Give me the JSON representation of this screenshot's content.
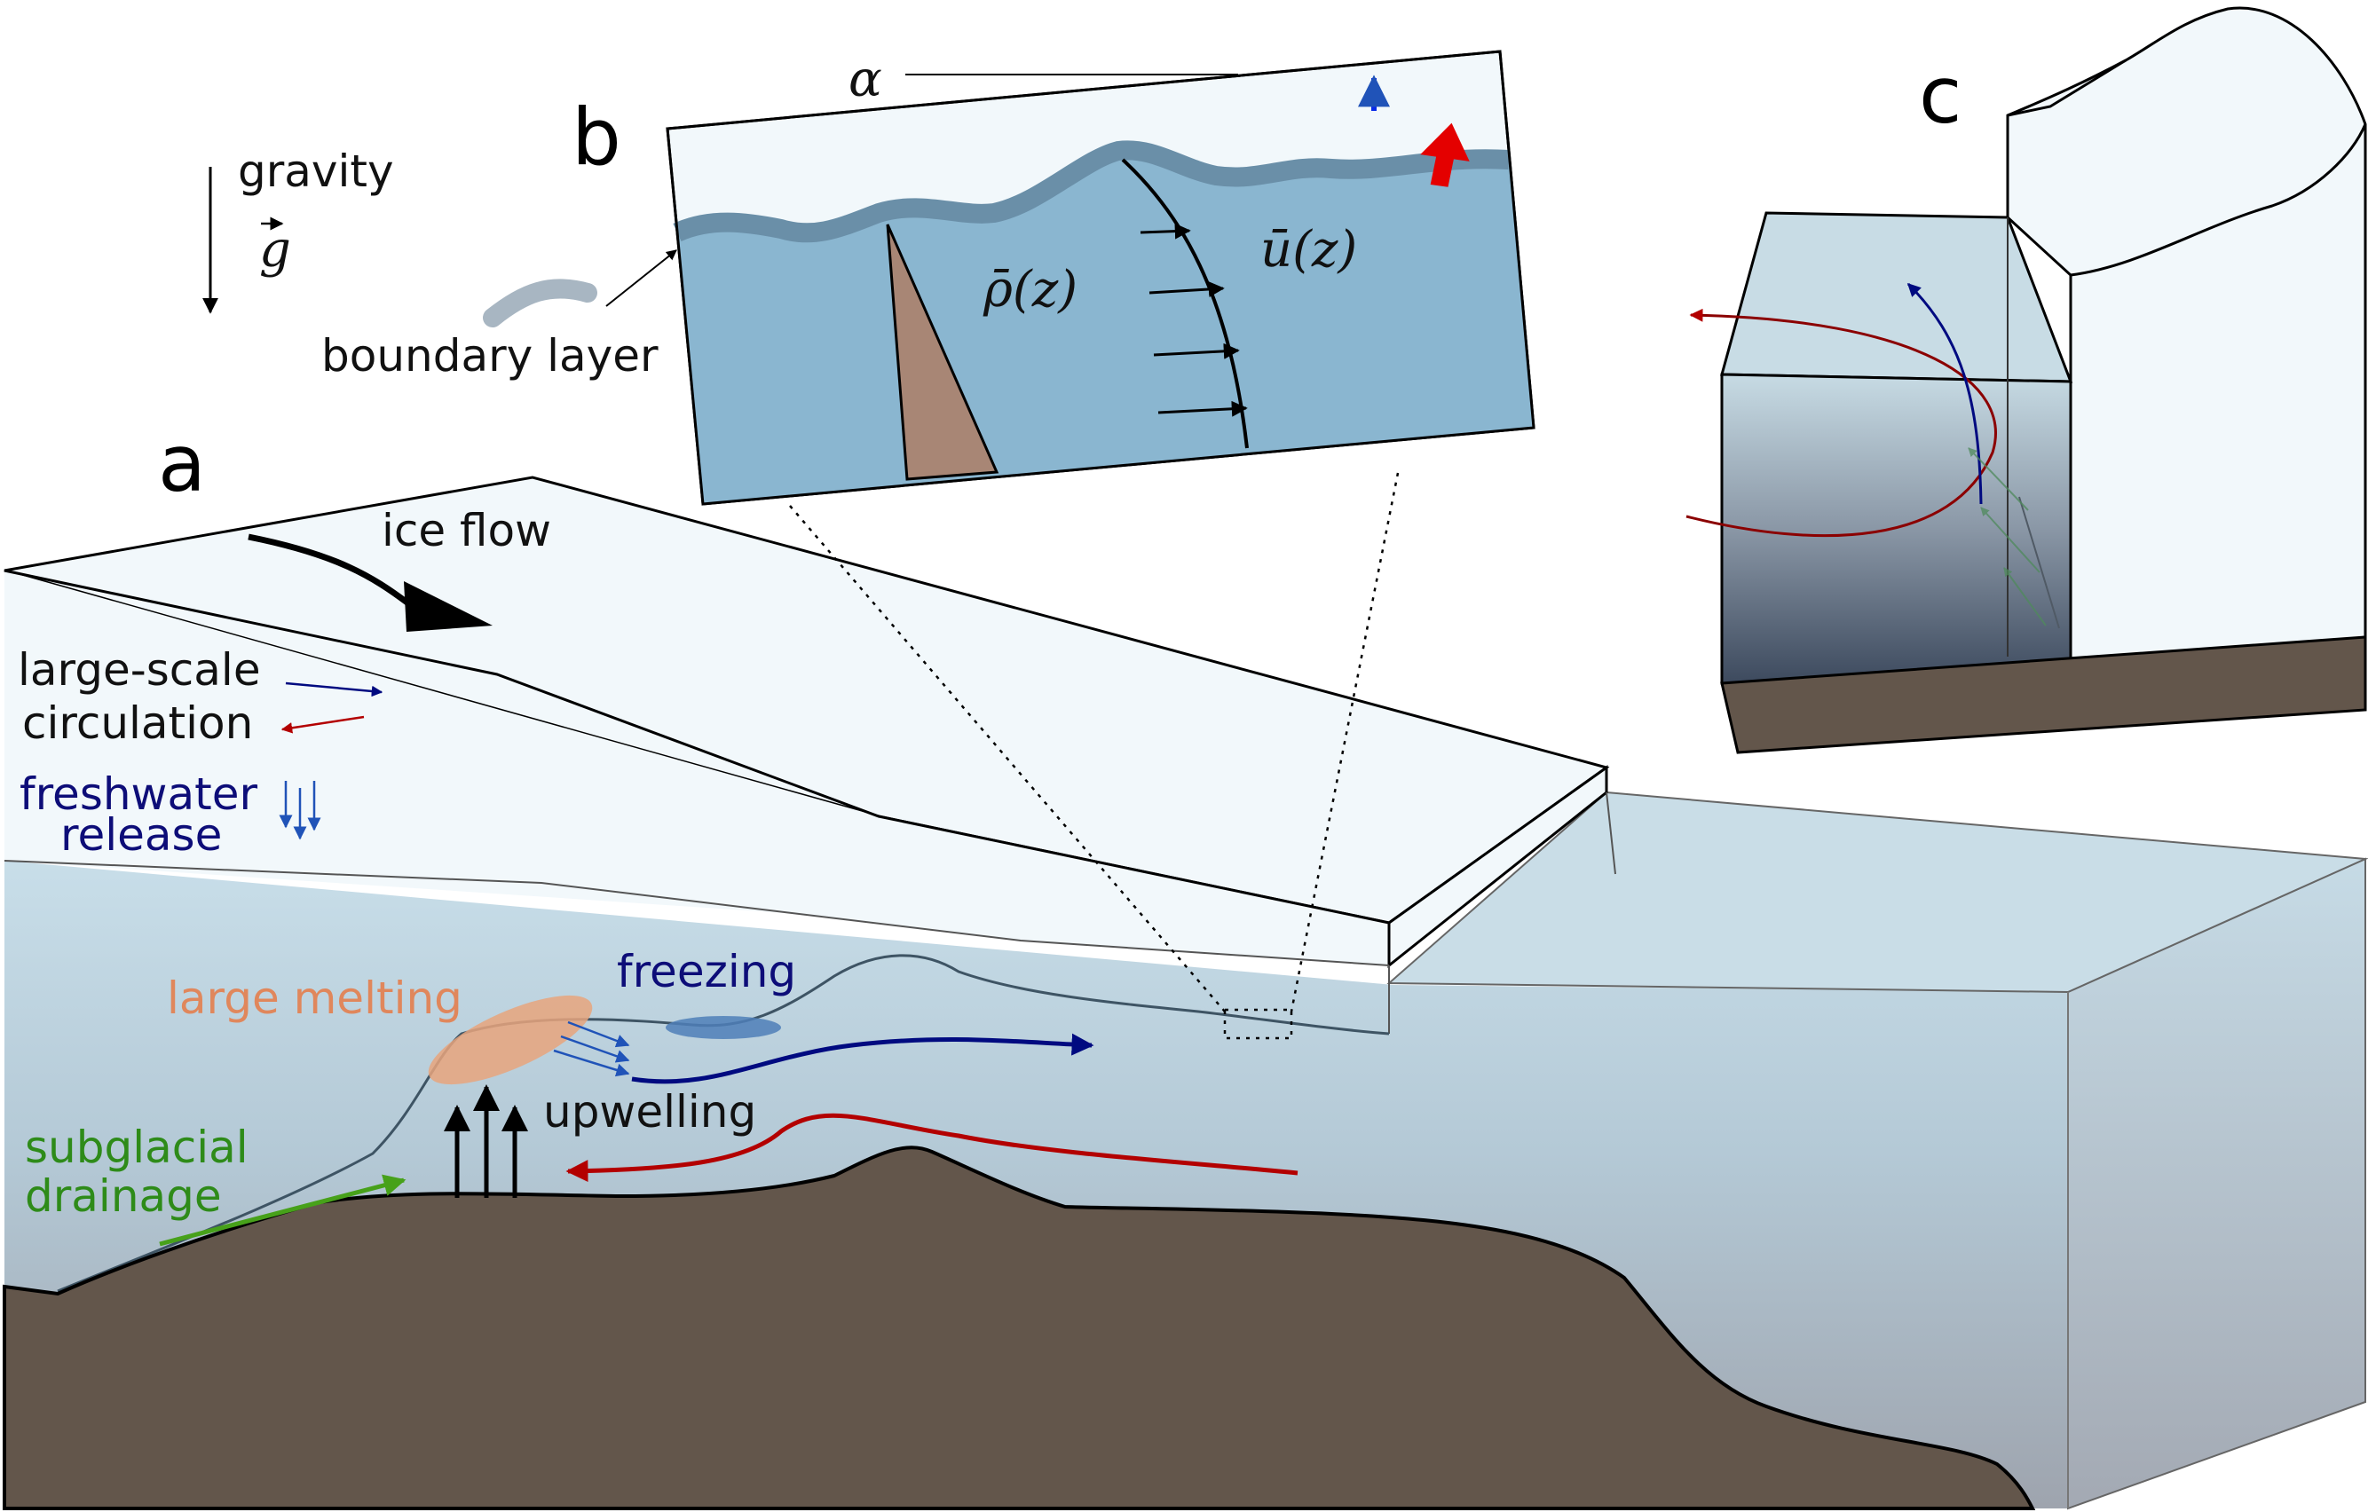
{
  "panels": {
    "a": "a",
    "b": "b",
    "c": "c"
  },
  "gravity": {
    "label": "gravity",
    "symbol": "g"
  },
  "panel_b": {
    "alpha": "α",
    "rho": "ρ̄(z)",
    "u": "ū(z)",
    "boundary_layer": "boundary layer"
  },
  "panel_a": {
    "ice_flow": "ice flow",
    "circulation_line1": "large-scale",
    "circulation_line2": "circulation",
    "freshwater_line1": "freshwater",
    "freshwater_line2": "release",
    "large_melting": "large melting",
    "freezing": "freezing",
    "upwelling": "upwelling",
    "subglacial_line1": "subglacial",
    "subglacial_line2": "drainage"
  },
  "colors": {
    "ice": "#f2f8fb",
    "ocean_top": "#c7dde8",
    "ocean_bottom": "#a1a7b1",
    "bed": "#63564b",
    "inset_water": "#8ab6d0",
    "boundary_layer": "#6a8fa8",
    "density_wedge": "#a88675",
    "inflow_red": "#b30000",
    "outflow_navy": "#000a80",
    "freshwater_blue": "#2053b8",
    "melting": "#e8a47c",
    "freezing": "#4f7fb8",
    "subglacial_green": "#47a11a",
    "label_orange": "#e0875c",
    "label_navy": "#0d0d78",
    "label_green": "#2e8b19"
  }
}
